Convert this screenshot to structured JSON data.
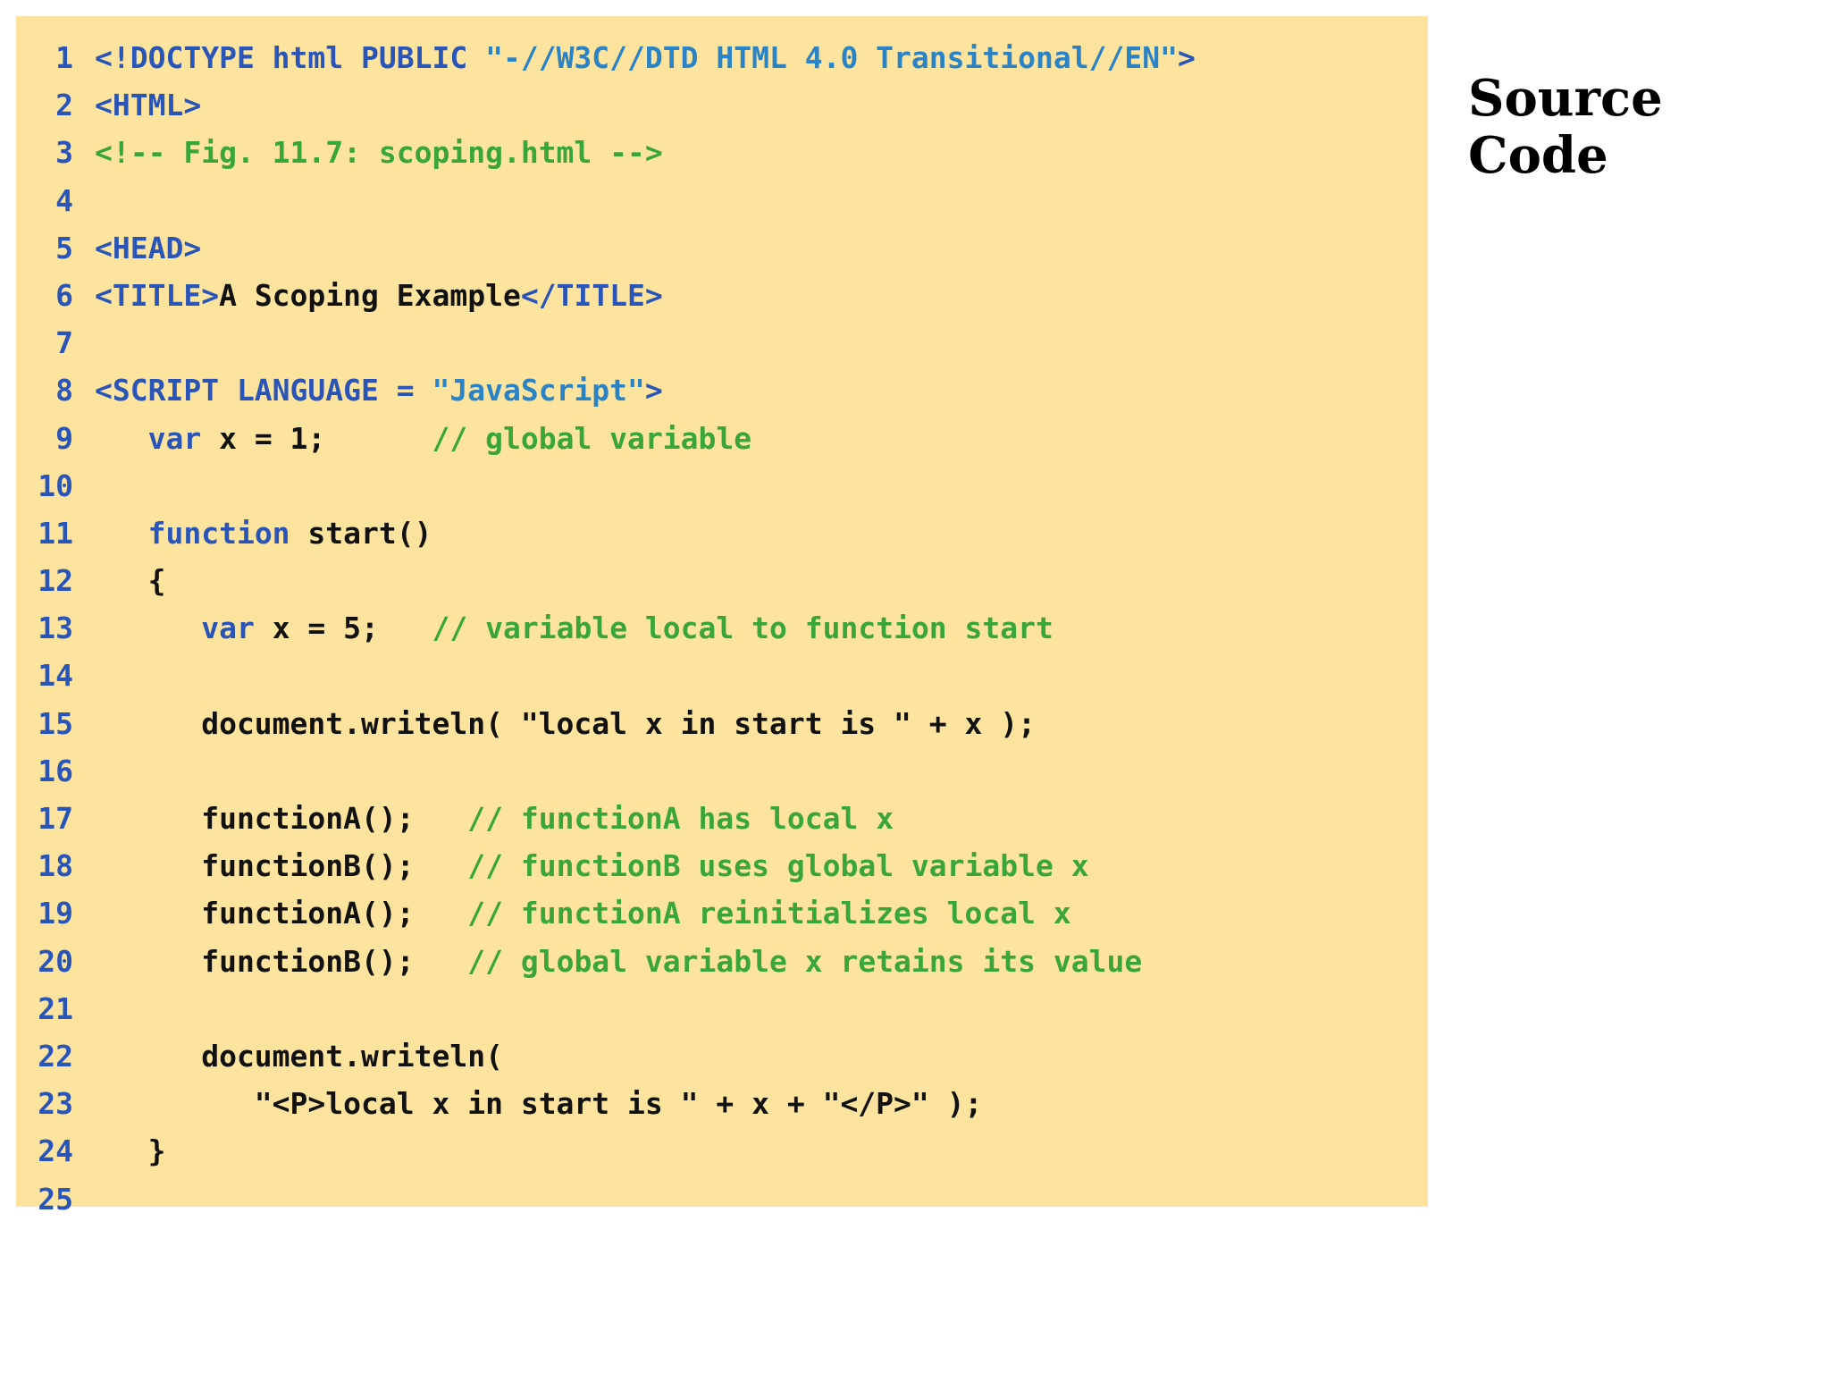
{
  "side_title": "Source Code",
  "colors": {
    "panel_background": "#fde49e",
    "line_number": "#2a55b8",
    "tag": "#2a55b8",
    "string": "#2a83c4",
    "comment": "#3aa53a",
    "keyword": "#2a55b8",
    "text": "#111111"
  },
  "code_lines": [
    {
      "number": "1",
      "tokens": [
        {
          "type": "tag",
          "text": "<!DOCTYPE html PUBLIC "
        },
        {
          "type": "str",
          "text": "\"-//W3C//DTD HTML 4.0 Transitional//EN\""
        },
        {
          "type": "tag",
          "text": ">"
        }
      ]
    },
    {
      "number": "2",
      "tokens": [
        {
          "type": "tag",
          "text": "<HTML>"
        }
      ]
    },
    {
      "number": "3",
      "tokens": [
        {
          "type": "com",
          "text": "<!-- Fig. 11.7: scoping.html -->"
        }
      ]
    },
    {
      "number": "4",
      "tokens": []
    },
    {
      "number": "5",
      "tokens": [
        {
          "type": "tag",
          "text": "<HEAD>"
        }
      ]
    },
    {
      "number": "6",
      "tokens": [
        {
          "type": "tag",
          "text": "<TITLE>"
        },
        {
          "type": "txt",
          "text": "A Scoping Example"
        },
        {
          "type": "tag",
          "text": "</TITLE>"
        }
      ]
    },
    {
      "number": "7",
      "tokens": []
    },
    {
      "number": "8",
      "tokens": [
        {
          "type": "tag",
          "text": "<SCRIPT LANGUAGE = "
        },
        {
          "type": "str",
          "text": "\"JavaScript\""
        },
        {
          "type": "tag",
          "text": ">"
        }
      ]
    },
    {
      "number": "9",
      "tokens": [
        {
          "type": "txt",
          "text": "   "
        },
        {
          "type": "kw",
          "text": "var"
        },
        {
          "type": "txt",
          "text": " x = 1;      "
        },
        {
          "type": "com",
          "text": "// global variable"
        }
      ]
    },
    {
      "number": "10",
      "tokens": []
    },
    {
      "number": "11",
      "tokens": [
        {
          "type": "txt",
          "text": "   "
        },
        {
          "type": "kw",
          "text": "function"
        },
        {
          "type": "txt",
          "text": " start()"
        }
      ]
    },
    {
      "number": "12",
      "tokens": [
        {
          "type": "txt",
          "text": "   {"
        }
      ]
    },
    {
      "number": "13",
      "tokens": [
        {
          "type": "txt",
          "text": "      "
        },
        {
          "type": "kw",
          "text": "var"
        },
        {
          "type": "txt",
          "text": " x = 5;   "
        },
        {
          "type": "com",
          "text": "// variable local to function start"
        }
      ]
    },
    {
      "number": "14",
      "tokens": []
    },
    {
      "number": "15",
      "tokens": [
        {
          "type": "txt",
          "text": "      document.writeln( \"local x in start is \" + x );"
        }
      ]
    },
    {
      "number": "16",
      "tokens": []
    },
    {
      "number": "17",
      "tokens": [
        {
          "type": "txt",
          "text": "      functionA();   "
        },
        {
          "type": "com",
          "text": "// functionA has local x"
        }
      ]
    },
    {
      "number": "18",
      "tokens": [
        {
          "type": "txt",
          "text": "      functionB();   "
        },
        {
          "type": "com",
          "text": "// functionB uses global variable x"
        }
      ]
    },
    {
      "number": "19",
      "tokens": [
        {
          "type": "txt",
          "text": "      functionA();   "
        },
        {
          "type": "com",
          "text": "// functionA reinitializes local x"
        }
      ]
    },
    {
      "number": "20",
      "tokens": [
        {
          "type": "txt",
          "text": "      functionB();   "
        },
        {
          "type": "com",
          "text": "// global variable x retains its value"
        }
      ]
    },
    {
      "number": "21",
      "tokens": []
    },
    {
      "number": "22",
      "tokens": [
        {
          "type": "txt",
          "text": "      document.writeln("
        }
      ]
    },
    {
      "number": "23",
      "tokens": [
        {
          "type": "txt",
          "text": "         \"<P>local x in start is \" + x + \"</P>\" );"
        }
      ]
    },
    {
      "number": "24",
      "tokens": [
        {
          "type": "txt",
          "text": "   }"
        }
      ]
    },
    {
      "number": "25",
      "tokens": []
    }
  ]
}
